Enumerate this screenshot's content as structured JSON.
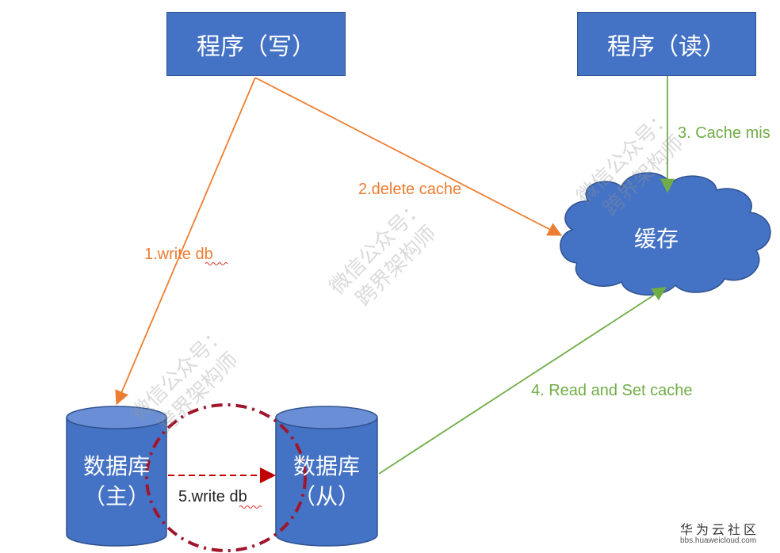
{
  "nodes": {
    "program_write": "程序（写）",
    "program_read": "程序（读）",
    "cache": "缓存",
    "db_master_line1": "数据库",
    "db_master_line2": "（主）",
    "db_slave_line1": "数据库",
    "db_slave_line2": "（从）"
  },
  "edges": {
    "write_db": "1.write db",
    "delete_cache": "2.delete cache",
    "cache_miss": "3. Cache mis",
    "read_set_cache": "4. Read and Set cache",
    "replicate_write_db": "5.write db"
  },
  "watermark": {
    "line1": "微信公众号：",
    "line2": "跨界架构师"
  },
  "brand": {
    "title": "华为云社区",
    "url": "bbs.huaweicloud.com"
  },
  "colors": {
    "box_fill": "#4472c4",
    "write_path": "#ed7d31",
    "read_path": "#70ad47",
    "replication": "#c00000",
    "replication_circle": "#a0152b"
  }
}
